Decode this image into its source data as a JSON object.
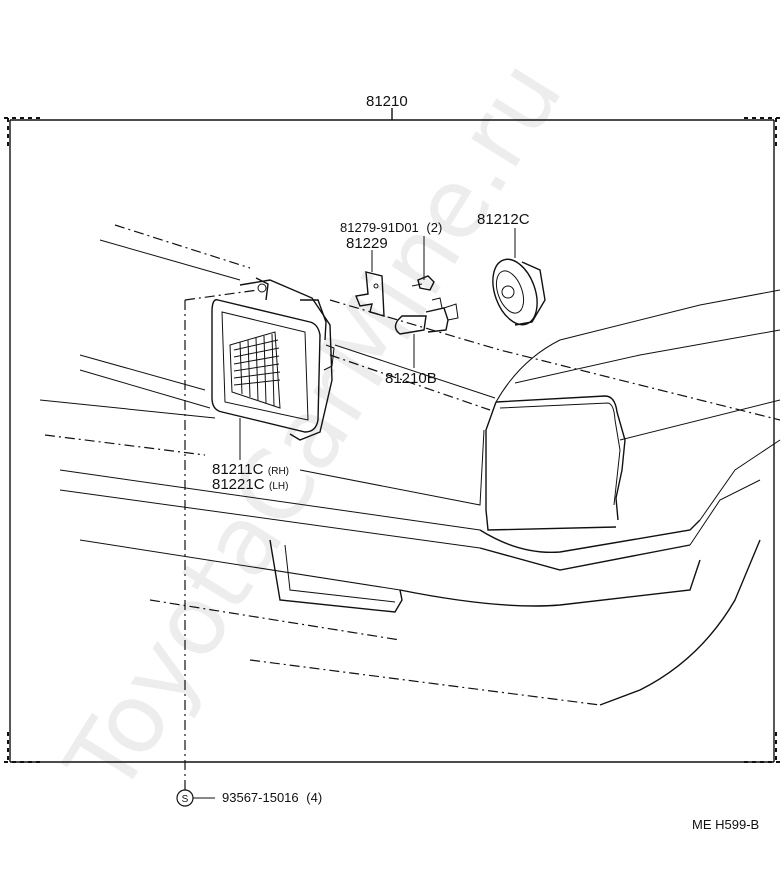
{
  "parts": {
    "assembly": "81210",
    "screw": "81279-91D01",
    "screw_qty": "(2)",
    "socket": "81212C",
    "bracket": "81229",
    "bulb": "81210B",
    "unit_rh": "81211C",
    "unit_rh_side": "(RH)",
    "unit_lh": "81221C",
    "unit_lh_side": "(LH)",
    "fastener_symbol": "S",
    "fastener": "93567-15016",
    "fastener_qty": "(4)"
  },
  "reference": "ME H599-B",
  "watermark": "ToyotaCarMine.ru"
}
